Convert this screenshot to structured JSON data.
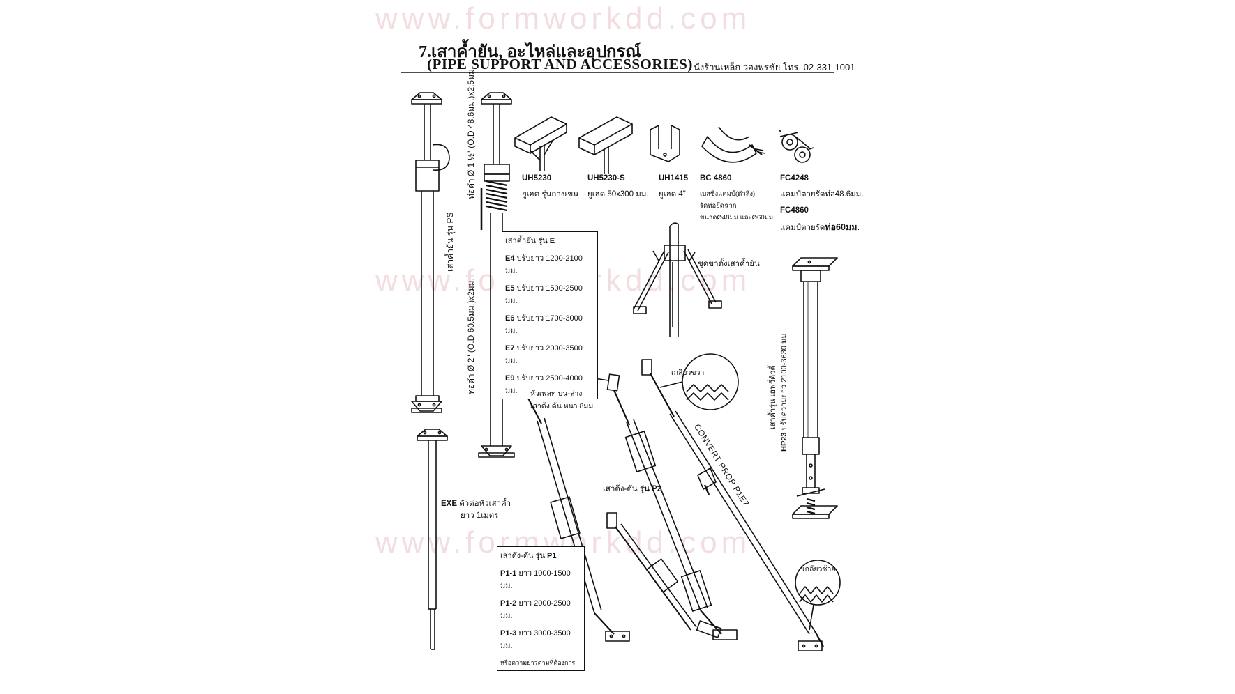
{
  "watermark": "www.formworkdd.com",
  "title": {
    "thai": "7.เสาค้ำยัน, อะไหล่และอุปกรณ์",
    "english": "(PIPE SUPPORT AND ACCESSORIES)"
  },
  "shop_line": "นั่งร้านเหล็ก ว่องพรชัย โทร. 02-331-1001",
  "pipe_labels": {
    "top_pipe": "ท่อดำ Ø 1 ½\" (O.D 48.6มม.)x2.5มม.",
    "bottom_pipe": "ท่อดำ Ø 2\" (O.D 60.5มม.)x2มม.",
    "ps_model": "เสาค้ำยัน รุ่น PS"
  },
  "accessories": [
    {
      "code": "UH5230",
      "desc": "ยูเฮด รุ่นกางเขน"
    },
    {
      "code": "UH5230-S",
      "desc": "ยูเฮด 50x300 มม."
    },
    {
      "code": "UH1415",
      "desc": "ยูเฮด 4\""
    },
    {
      "code": "BC 4860",
      "desc": "เบสซิ่งแคมป์(ตัวลิง)",
      "desc2": "รัดท่อยึดฉาก",
      "desc3": "ขนาดØ48มม.และØ60มม."
    },
    {
      "code": "FC4248",
      "desc": "แคมป์ตายรัดท่อ48.6มม."
    },
    {
      "code": "FC4860",
      "desc_prefix": "แคมป์ตายรัด",
      "desc_bold": "ท่อ60มม."
    }
  ],
  "model_e": {
    "header_prefix": "เสาค้ำยัน ",
    "header_bold": "รุ่น E",
    "rows": [
      {
        "code": "E4",
        "desc": "ปรับยาว 1200-2100 มม."
      },
      {
        "code": "E5",
        "desc": "ปรับยาว 1500-2500 มม."
      },
      {
        "code": "E6",
        "desc": "ปรับยาว 1700-3000 มม."
      },
      {
        "code": "E7",
        "desc": "ปรับยาว 2000-3500 มม."
      },
      {
        "code": "E9",
        "desc": "ปรับยาว 2500-4000 มม."
      }
    ]
  },
  "tripod_label": "ชุดขาตั้งเสาค้ำยัน",
  "exe": {
    "code": "EXE",
    "desc": "ตัวต่อหัวเสาค้ำ",
    "desc2": "ยาว 1เมตร"
  },
  "plate_note": {
    "line1": "หัวเพลท บน-ล่าง",
    "line2": "เสาดึง ดัน หนา 8มม."
  },
  "p2_label": {
    "prefix": "เสาดึง-ดัน ",
    "bold": "รุ่น P2"
  },
  "thread_right": "เกลียวขวา",
  "thread_left": "เกลียวซ้าย",
  "convert_prop": "CONVERT PROP P1E7",
  "hp23": {
    "line1": "เสาค้ำรุ่น เฮฟวี่ดิวตี้",
    "code": "HP23",
    "line2": "ปรับความยาว 2100-3630 มม."
  },
  "model_p1": {
    "header_prefix": "เสาดึง-ดัน ",
    "header_bold": "รุ่น P1",
    "rows": [
      {
        "code": "P1-1",
        "desc": "ยาว 1000-1500 มม."
      },
      {
        "code": "P1-2",
        "desc": "ยาว 2000-2500 มม."
      },
      {
        "code": "P1-3",
        "desc": "ยาว 3000-3500 มม."
      }
    ],
    "footnote": "หรือความยาวตามที่ต้องการ"
  }
}
